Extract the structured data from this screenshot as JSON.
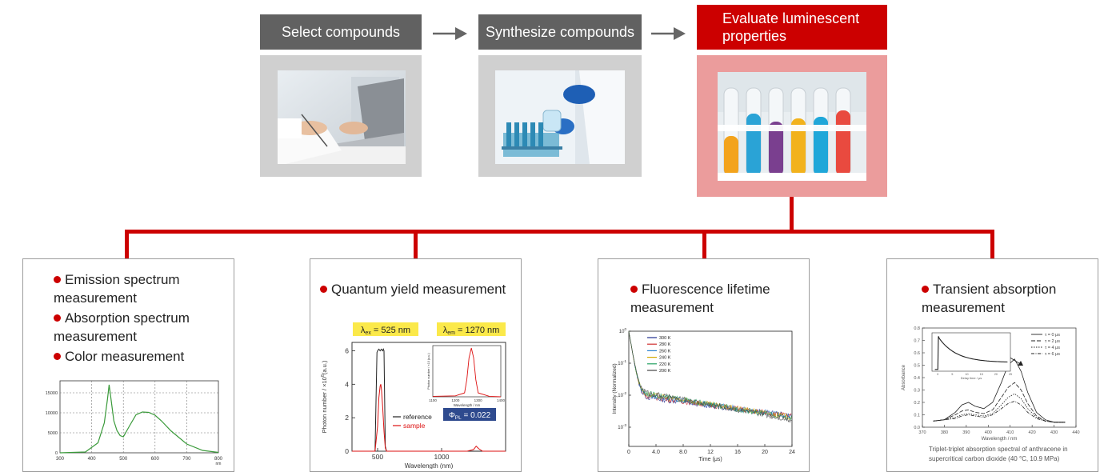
{
  "steps": [
    {
      "label": "Select compounds"
    },
    {
      "label": "Synthesize compounds"
    },
    {
      "label_line1": "Evaluate luminescent",
      "label_line2": "properties"
    }
  ],
  "colors": {
    "accent": "#cc0000",
    "step_gray": "#616161",
    "frame_gray": "#d0d0d0",
    "frame_pink": "#eb9c9c"
  },
  "icons": [
    "arrow-right-icon",
    "bullet-dot-icon"
  ],
  "cards": [
    {
      "bullets": [
        {
          "line1": "Emission spectrum",
          "line2": "measurement"
        },
        {
          "line1": "Absorption spectrum",
          "line2": "measurement"
        },
        {
          "line1": "Color measurement"
        }
      ]
    },
    {
      "bullets": [
        {
          "line1": "Quantum yield measurement"
        }
      ],
      "tags": {
        "lambda_ex": "λ",
        "ex_sub": "ex",
        "ex_val": " = 525 nm",
        "lambda_em": "λ",
        "em_sub": "em",
        "em_val": " = 1270 nm"
      },
      "phi": {
        "symbol": "Φ",
        "sub": "PL",
        "value": " = 0.022"
      }
    },
    {
      "bullets": [
        {
          "line1": "Fluorescence lifetime",
          "line2": "measurement"
        }
      ]
    },
    {
      "bullets": [
        {
          "line1": "Transient absorption",
          "line2": "measurement"
        }
      ],
      "caption_line1": "Triplet-triplet absorption spectral of anthracene in",
      "caption_line2": "supercritical carbon dioxide (40 °C, 10.9 MPa)"
    }
  ],
  "chart_data": [
    {
      "type": "line",
      "x_ticks": [
        "300",
        "400",
        "500",
        "600",
        "700",
        "800"
      ],
      "x_unit": "nm",
      "y_ticks": [
        "0",
        "5000",
        "10000",
        "15000"
      ],
      "xlim": [
        300,
        800
      ],
      "ylim": [
        0,
        18000
      ],
      "grid": true,
      "series": [
        {
          "color": "#3a9a3a",
          "x": [
            300,
            380,
            420,
            440,
            450,
            455,
            460,
            470,
            480,
            490,
            500,
            520,
            540,
            560,
            580,
            600,
            620,
            650,
            700,
            750,
            800
          ],
          "y": [
            0,
            200,
            2500,
            7500,
            13500,
            17000,
            14000,
            8000,
            5500,
            4300,
            4000,
            6800,
            9500,
            10200,
            10100,
            9400,
            8000,
            5500,
            2200,
            600,
            100
          ]
        }
      ]
    },
    {
      "type": "line",
      "xlabel": "Wavelength (nm)",
      "ylabel_main": "Photon number / ×10",
      "ylabel_sup": "8",
      "ylabel_unit": "(a.u.)",
      "x_ticks": [
        "500",
        "1000"
      ],
      "y_ticks": [
        "0",
        "2",
        "4",
        "6"
      ],
      "xlim": [
        300,
        1500
      ],
      "ylim": [
        0,
        6.5
      ],
      "legend_position": "center-right",
      "series": [
        {
          "name": "reference",
          "color": "#222222",
          "x": [
            300,
            480,
            495,
            500,
            510,
            520,
            530,
            540,
            545,
            550,
            560,
            570,
            1500
          ],
          "y": [
            0,
            0,
            5.9,
            6.0,
            6.1,
            6.0,
            6.1,
            6.0,
            6.1,
            6.0,
            0.3,
            0,
            0
          ]
        },
        {
          "name": "sample",
          "color": "#dd1111",
          "x": [
            300,
            480,
            500,
            510,
            520,
            525,
            530,
            540,
            550,
            560,
            570,
            1200,
            1250,
            1270,
            1290,
            1320,
            1500
          ],
          "y": [
            0,
            0,
            1.5,
            3.2,
            3.9,
            4.0,
            3.7,
            2.6,
            1.2,
            0.2,
            0,
            0,
            0.1,
            0.3,
            0.15,
            0,
            0
          ]
        }
      ],
      "inset": {
        "xlabel": "Wavelength / nm",
        "ylabel": "Photon number / ×10 (a.u.)",
        "x_ticks": [
          "1100",
          "1200",
          "1300",
          "1400"
        ],
        "xlim": [
          1100,
          1400
        ],
        "ylim": [
          0,
          1.05
        ],
        "series": [
          {
            "color": "#dd1111",
            "x": [
              1100,
              1200,
              1240,
              1250,
              1260,
              1270,
              1280,
              1290,
              1300,
              1350,
              1400
            ],
            "y": [
              0.01,
              0.02,
              0.08,
              0.35,
              0.8,
              1.0,
              0.8,
              0.35,
              0.08,
              0.01,
              0.0
            ]
          }
        ]
      }
    },
    {
      "type": "line",
      "xlabel": "Time (μs)",
      "ylabel": "Intensity (Normalized)",
      "x_ticks": [
        "0",
        "4.0",
        "8.0",
        "12",
        "16",
        "20",
        "24"
      ],
      "y_ticks": [
        "10",
        "10",
        "10",
        "10"
      ],
      "y_tick_exps": [
        "0",
        "-1",
        "-2",
        "-3"
      ],
      "y_scale": "log",
      "xlim": [
        0,
        24
      ],
      "ylim_log": [
        -3.6,
        0
      ],
      "legend_position": "top-left",
      "series": [
        {
          "name": "300 K",
          "color": "#1f2f8f",
          "amp": 0.01,
          "tau": 16
        },
        {
          "name": "280 K",
          "color": "#d03030",
          "amp": 0.011,
          "tau": 15
        },
        {
          "name": "260 K",
          "color": "#2a80d0",
          "amp": 0.012,
          "tau": 14
        },
        {
          "name": "240 K",
          "color": "#d4a800",
          "amp": 0.013,
          "tau": 13
        },
        {
          "name": "220 K",
          "color": "#22a060",
          "amp": 0.014,
          "tau": 12
        },
        {
          "name": "200 K",
          "color": "#444444",
          "amp": 0.015,
          "tau": 11
        }
      ]
    },
    {
      "type": "line",
      "xlabel": "Wavelength / nm",
      "ylabel": "Absorbance",
      "x_ticks": [
        "370",
        "380",
        "390",
        "400",
        "410",
        "420",
        "430",
        "440"
      ],
      "y_ticks": [
        "0.0",
        "0.1",
        "0.2",
        "0.3",
        "0.4",
        "0.5",
        "0.6",
        "0.7",
        "0.8"
      ],
      "xlim": [
        370,
        440
      ],
      "ylim": [
        0,
        0.8
      ],
      "legend_position": "top-right",
      "series": [
        {
          "name": "τ = 0 μs",
          "dash": "",
          "x": [
            375,
            380,
            385,
            388,
            391,
            394,
            398,
            402,
            406,
            409,
            412,
            415,
            418,
            422,
            426,
            430,
            435
          ],
          "y": [
            0.05,
            0.06,
            0.12,
            0.18,
            0.2,
            0.17,
            0.15,
            0.2,
            0.36,
            0.5,
            0.55,
            0.45,
            0.28,
            0.12,
            0.06,
            0.04,
            0.04
          ]
        },
        {
          "name": "τ = 2 μs",
          "dash": "5,2",
          "x": [
            375,
            380,
            385,
            388,
            391,
            394,
            398,
            402,
            406,
            409,
            412,
            415,
            418,
            422,
            426,
            430,
            435
          ],
          "y": [
            0.05,
            0.06,
            0.1,
            0.13,
            0.14,
            0.12,
            0.11,
            0.14,
            0.24,
            0.32,
            0.36,
            0.3,
            0.19,
            0.09,
            0.05,
            0.04,
            0.04
          ]
        },
        {
          "name": "τ = 4 μs",
          "dash": "1.5,1.5",
          "x": [
            375,
            380,
            385,
            388,
            391,
            394,
            398,
            402,
            406,
            409,
            412,
            415,
            418,
            422,
            426,
            430,
            435
          ],
          "y": [
            0.05,
            0.06,
            0.08,
            0.1,
            0.11,
            0.1,
            0.09,
            0.11,
            0.18,
            0.24,
            0.27,
            0.23,
            0.15,
            0.08,
            0.05,
            0.04,
            0.04
          ]
        },
        {
          "name": "τ = 6 μs",
          "dash": "4,1.5,1,1.5",
          "x": [
            375,
            380,
            385,
            388,
            391,
            394,
            398,
            402,
            406,
            409,
            412,
            415,
            418,
            422,
            426,
            430,
            435
          ],
          "y": [
            0.05,
            0.06,
            0.07,
            0.09,
            0.1,
            0.09,
            0.08,
            0.1,
            0.15,
            0.19,
            0.21,
            0.18,
            0.12,
            0.07,
            0.05,
            0.04,
            0.04
          ]
        }
      ],
      "inset": {
        "xlabel": "Delay time / μs",
        "x_ticks": [
          "0",
          "5",
          "10",
          "15",
          "20",
          "25"
        ],
        "xlim": [
          -2,
          25
        ],
        "ylim": [
          0,
          1.1
        ]
      }
    }
  ]
}
